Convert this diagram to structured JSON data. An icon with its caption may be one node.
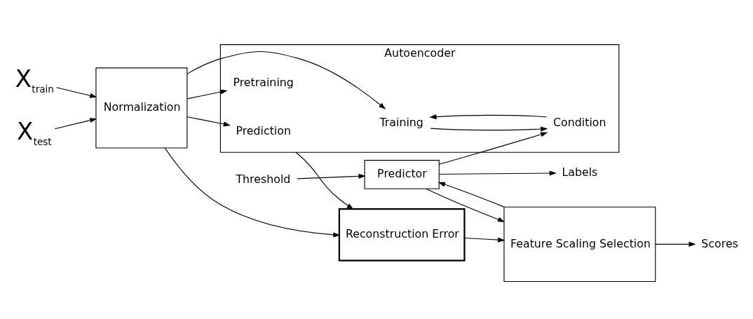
{
  "diagram": {
    "nodes": [
      {
        "text": [
          "X$_{train}$"
        ]
      },
      {
        "text": [
          "X$_{test}$"
        ]
      },
      {
        "text": [
          "Normalization"
        ]
      },
      {
        "text": [
          "Autoencoder"
        ]
      },
      {
        "text": [
          "Pretraining"
        ],
        "in": 3
      },
      {
        "text": [
          "Training"
        ],
        "in": 3
      },
      {
        "text": [
          "Condition"
        ],
        "in": 3
      },
      {
        "text": [
          "Prediction"
        ],
        "in": 3
      },
      {
        "text": [
          "Reconstruction Error"
        ]
      },
      {
        "text": [
          "Threshold"
        ]
      },
      {
        "text": [
          "Predictor"
        ]
      },
      {
        "text": [
          "Labels"
        ]
      },
      {
        "text": [
          "Feature Scaling Selection"
        ]
      },
      {
        "text": [
          "Scores"
        ]
      }
    ],
    "edges": [
      {
        "from": 0,
        "to": 2,
        "arrow": "to"
      },
      {
        "from": 1,
        "to": 2,
        "arrow": "to"
      },
      {
        "from": 2,
        "to": 4,
        "arrow": "to"
      },
      {
        "from": 2,
        "to": 5,
        "arrow": "to"
      },
      {
        "from": 2,
        "to": 7,
        "arrow": "to"
      },
      {
        "from": 2,
        "to": 8,
        "arrow": "to"
      },
      {
        "from": 6,
        "to": 5,
        "arrow": "to"
      },
      {
        "from": 5,
        "to": 6,
        "arrow": "to"
      },
      {
        "from": 3,
        "to": 8,
        "arrow": "to"
      },
      {
        "from": 9,
        "to": 10,
        "arrow": "to"
      },
      {
        "from": 10,
        "to": 11,
        "arrow": "to"
      },
      {
        "from": 10,
        "to": 6,
        "arrow": "to"
      },
      {
        "from": 10,
        "to": 12,
        "arrow": "to"
      },
      {
        "from": 12,
        "to": 10,
        "arrow": "to"
      },
      {
        "from": 12,
        "to": 13,
        "arrow": "to"
      },
      {
        "from": 8,
        "to": 12,
        "arrow": "to"
      }
    ]
  }
}
